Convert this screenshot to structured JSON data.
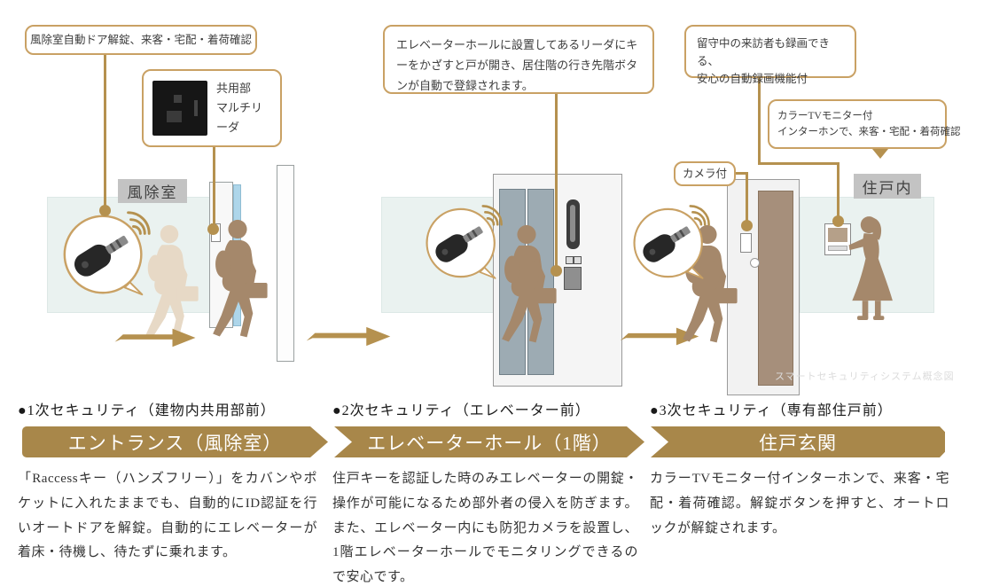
{
  "caption": "スマートセキュリティシステム概念図",
  "colors": {
    "gold_accent": "#b5914f",
    "banner_gold": "#a8874a",
    "callout_border": "#c9a164",
    "wall_tint": "#eaf2f0",
    "label_gray": "#c3c3c3",
    "silhouette_light": "#e7d9c6",
    "silhouette_brown": "#a5886b"
  },
  "callouts": {
    "entrance": "風除室自動ドア解錠、来客・宅配・着荷確認",
    "reader_label_1": "共用部",
    "reader_label_2": "マルチリーダ",
    "elevator": "エレベーターホールに設置してあるリーダにキーをかざすと戸が開き、居住階の行き先階ボタンが自動で登録されます。",
    "recording_1": "留守中の来訪者も録画できる、",
    "recording_2": "安心の自動録画機能付",
    "tv_1": "カラーTVモニター付",
    "tv_2": "インターホンで、来客・宅配・着荷確認",
    "camera": "カメラ付"
  },
  "scene_labels": {
    "entrance_room": "風除室",
    "indoor": "住戸内"
  },
  "steps": [
    {
      "heading": "●1次セキュリティ（建物内共用部前）",
      "banner": "エントランス（風除室）",
      "body": "「Raccessキー（ハンズフリー）」をカバンやポケットに入れたままでも、自動的にID認証を行いオートドアを解錠。自動的にエレベーターが着床・待機し、待たずに乗れます。"
    },
    {
      "heading": "●2次セキュリティ（エレベーター前）",
      "banner": "エレベーターホール（1階）",
      "body": "住戸キーを認証した時のみエレベーターの開錠・操作が可能になるため部外者の侵入を防ぎます。また、エレベーター内にも防犯カメラを設置し、1階エレベーターホールでモニタリングできるので安心です。"
    },
    {
      "heading": "●3次セキュリティ（専有部住戸前）",
      "banner": "住戸玄関",
      "body": "カラーTVモニター付インターホンで、来客・宅配・着荷確認。解錠ボタンを押すと、オートロックが解錠されます。"
    }
  ]
}
